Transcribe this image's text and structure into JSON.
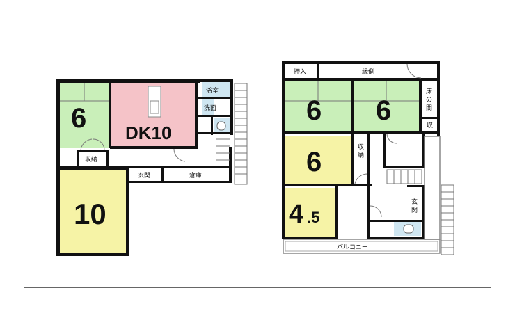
{
  "floor1": {
    "room_6": "6",
    "room_dk10": "DK10",
    "room_10": "10",
    "bath": "浴室",
    "wash": "洗面",
    "storage": "収納",
    "entrance": "玄関",
    "warehouse": "倉庫"
  },
  "floor2": {
    "closet": "押入",
    "veranda": "縁側",
    "room_6a": "6",
    "room_6b": "6",
    "tokonoma_1": "床",
    "tokonoma_2": "の",
    "tokonoma_3": "間",
    "small_storage": "収",
    "room_6c": "6",
    "storage": "収",
    "storage_2": "納",
    "room_45_main": "4",
    "room_45_dec": ".5",
    "entrance_1": "玄",
    "entrance_2": "関",
    "balcony": "バルコニー"
  },
  "colors": {
    "tatami": "#c9efb9",
    "dk": "#f5c3c8",
    "western": "#f6f3a6",
    "bath": "#cfe6f1",
    "wall": "#111111"
  }
}
